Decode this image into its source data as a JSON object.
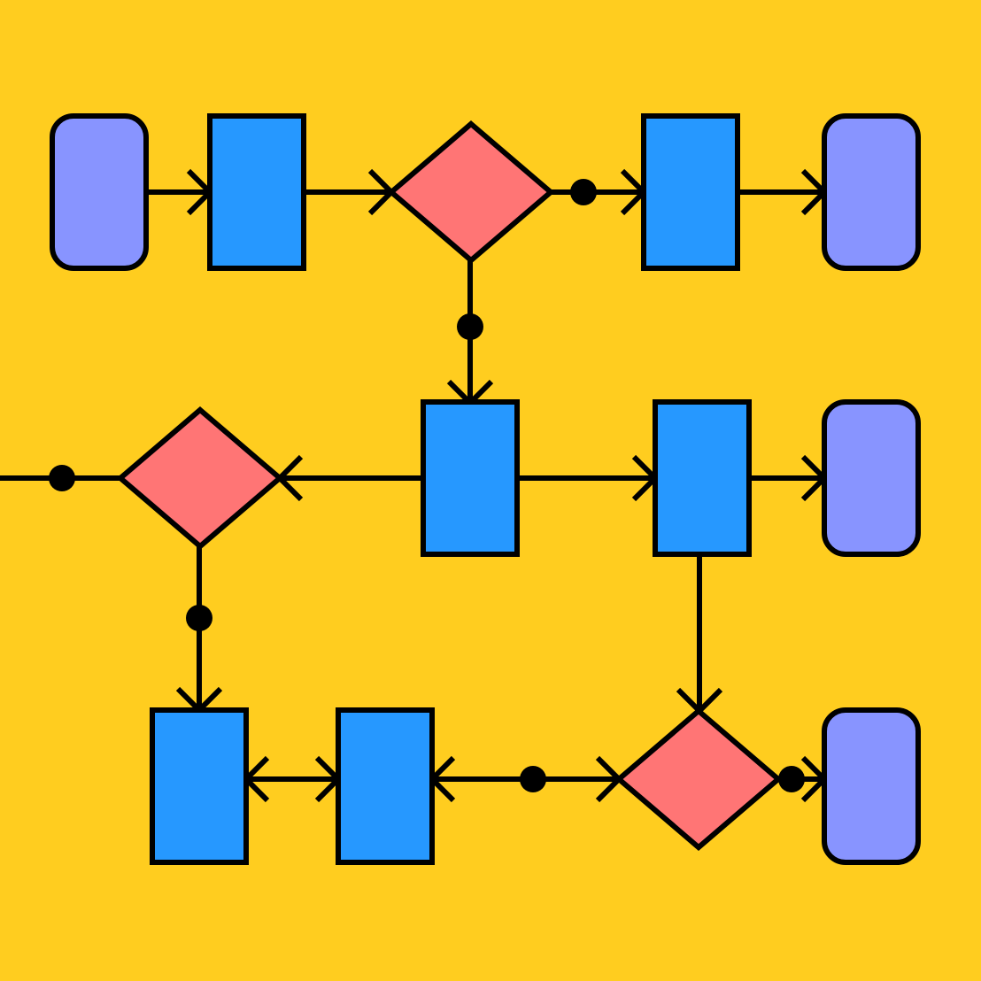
{
  "colors": {
    "background": "#FFCD1F",
    "terminal_fill": "#8894FF",
    "process_fill": "#2698FF",
    "decision_fill": "#FF7575",
    "stroke": "#000000"
  },
  "nodes": [
    {
      "id": "terminal-1",
      "shape": "terminal"
    },
    {
      "id": "process-1",
      "shape": "process"
    },
    {
      "id": "decision-1",
      "shape": "decision"
    },
    {
      "id": "process-2",
      "shape": "process"
    },
    {
      "id": "terminal-2",
      "shape": "terminal"
    },
    {
      "id": "decision-2",
      "shape": "decision"
    },
    {
      "id": "process-3",
      "shape": "process"
    },
    {
      "id": "process-4",
      "shape": "process"
    },
    {
      "id": "terminal-3",
      "shape": "terminal"
    },
    {
      "id": "process-5",
      "shape": "process"
    },
    {
      "id": "process-6",
      "shape": "process"
    },
    {
      "id": "decision-3",
      "shape": "decision"
    },
    {
      "id": "terminal-4",
      "shape": "terminal"
    }
  ],
  "edges": [
    {
      "from": "terminal-1",
      "to": "process-1",
      "start": "none",
      "end": "arrow",
      "dot": false
    },
    {
      "from": "process-1",
      "to": "decision-1",
      "start": "none",
      "end": "arrow",
      "dot": false
    },
    {
      "from": "decision-1",
      "to": "process-2",
      "start": "none",
      "end": "arrow",
      "dot": true
    },
    {
      "from": "process-2",
      "to": "terminal-2",
      "start": "none",
      "end": "arrow",
      "dot": false
    },
    {
      "from": "decision-1",
      "to": "process-3",
      "start": "none",
      "end": "arrow",
      "dot": true
    },
    {
      "from": "process-3",
      "to": "decision-2",
      "start": "none",
      "end": "arrow",
      "dot": false
    },
    {
      "from": "offscreen-left",
      "to": "decision-2",
      "start": "none",
      "end": "none",
      "dot": true
    },
    {
      "from": "process-3",
      "to": "process-4",
      "start": "none",
      "end": "arrow",
      "dot": false
    },
    {
      "from": "process-4",
      "to": "terminal-3",
      "start": "none",
      "end": "arrow",
      "dot": false
    },
    {
      "from": "decision-2",
      "to": "process-5",
      "start": "none",
      "end": "arrow",
      "dot": true
    },
    {
      "from": "process-5",
      "to": "process-6",
      "start": "arrow",
      "end": "arrow",
      "dot": false
    },
    {
      "from": "decision-3",
      "to": "process-6",
      "start": "arrow",
      "end": "arrow",
      "dot": true
    },
    {
      "from": "process-4",
      "to": "decision-3",
      "start": "none",
      "end": "arrow",
      "dot": false
    },
    {
      "from": "decision-3",
      "to": "terminal-4",
      "start": "none",
      "end": "arrow",
      "dot": true
    }
  ]
}
